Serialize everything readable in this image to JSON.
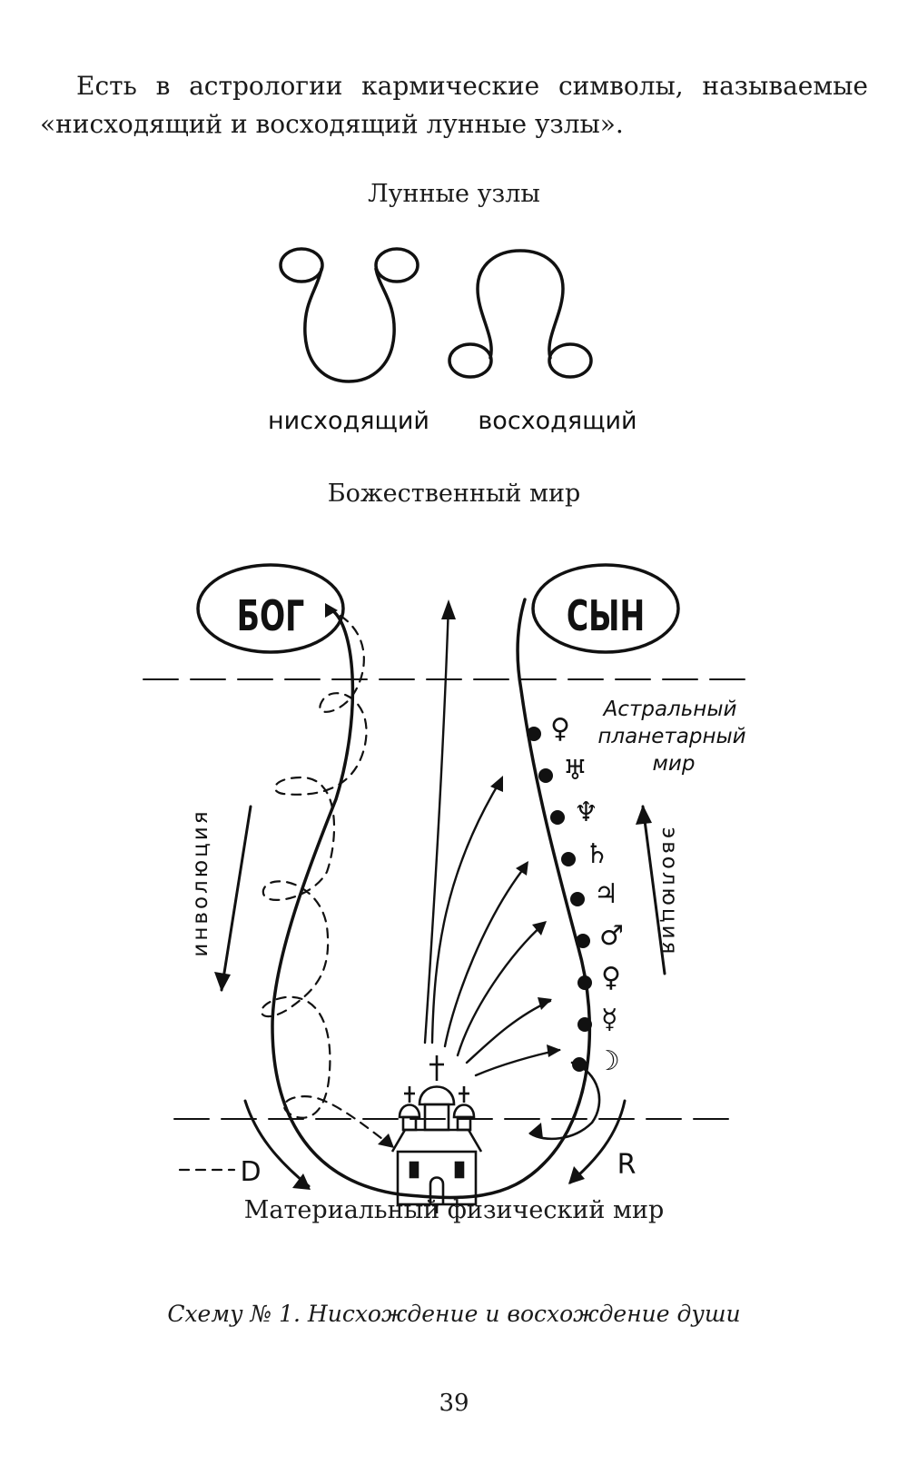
{
  "intro": {
    "line1": "Есть в астрологии кармические символы, называемые",
    "line2": "«нисходящий и восходящий лунные узлы»."
  },
  "nodes": {
    "heading": "Лунные узлы",
    "descending_label": "нисходящий",
    "ascending_label": "восходящий"
  },
  "diagram": {
    "divine_world": "Божественный мир",
    "god": "БОГ",
    "son": "СЫН",
    "astral_line1": "Астральный",
    "astral_line2": "планетарный",
    "astral_line3": "мир",
    "involution": "инволюция",
    "evolution": "эволюция",
    "label_d": "D",
    "label_r": "R",
    "planet_glyphs": [
      "♀",
      "♅",
      "♆",
      "♄",
      "♃",
      "♂",
      "♀",
      "☿",
      "☽"
    ],
    "material_world": "Материальный физический мир"
  },
  "caption": "Схему № 1. Нисхождение и восхождение души",
  "page_number": "39"
}
